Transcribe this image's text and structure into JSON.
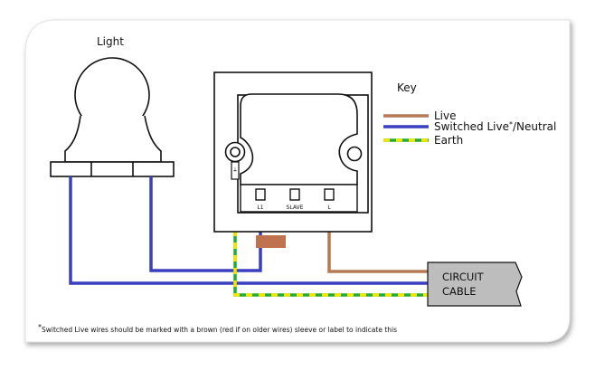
{
  "labels": {
    "light": "Light",
    "key_title": "Key",
    "terminal_l1": "L1",
    "terminal_slave": "SLAVE",
    "terminal_l": "L",
    "terminal_earth": "⏚",
    "cable_line1": "CIRCUIT",
    "cable_line2": "CABLE",
    "footnote_mark": "*",
    "footnote": "Switched Live wires should be marked with a brown (red if on older wires) sleeve or  label to indicate this"
  },
  "key": [
    {
      "name": "Live",
      "pattern": "solid",
      "color": "#b57a55"
    },
    {
      "name": "Switched Live",
      "mark": "*",
      "suffix": "/Neutral",
      "pattern": "solid",
      "color": "#3a3fbf"
    },
    {
      "name": "Earth",
      "pattern": "dashed",
      "color": "#22aa3a",
      "color2": "#f3e600"
    }
  ],
  "colors": {
    "live": "#b57a55",
    "neutral": "#3a3fbf",
    "earth_green": "#22aa3a",
    "earth_yellow": "#f3e600",
    "sleeve": "#c0714d",
    "cable_fill": "#bdbdbd",
    "outline": "#111111"
  }
}
